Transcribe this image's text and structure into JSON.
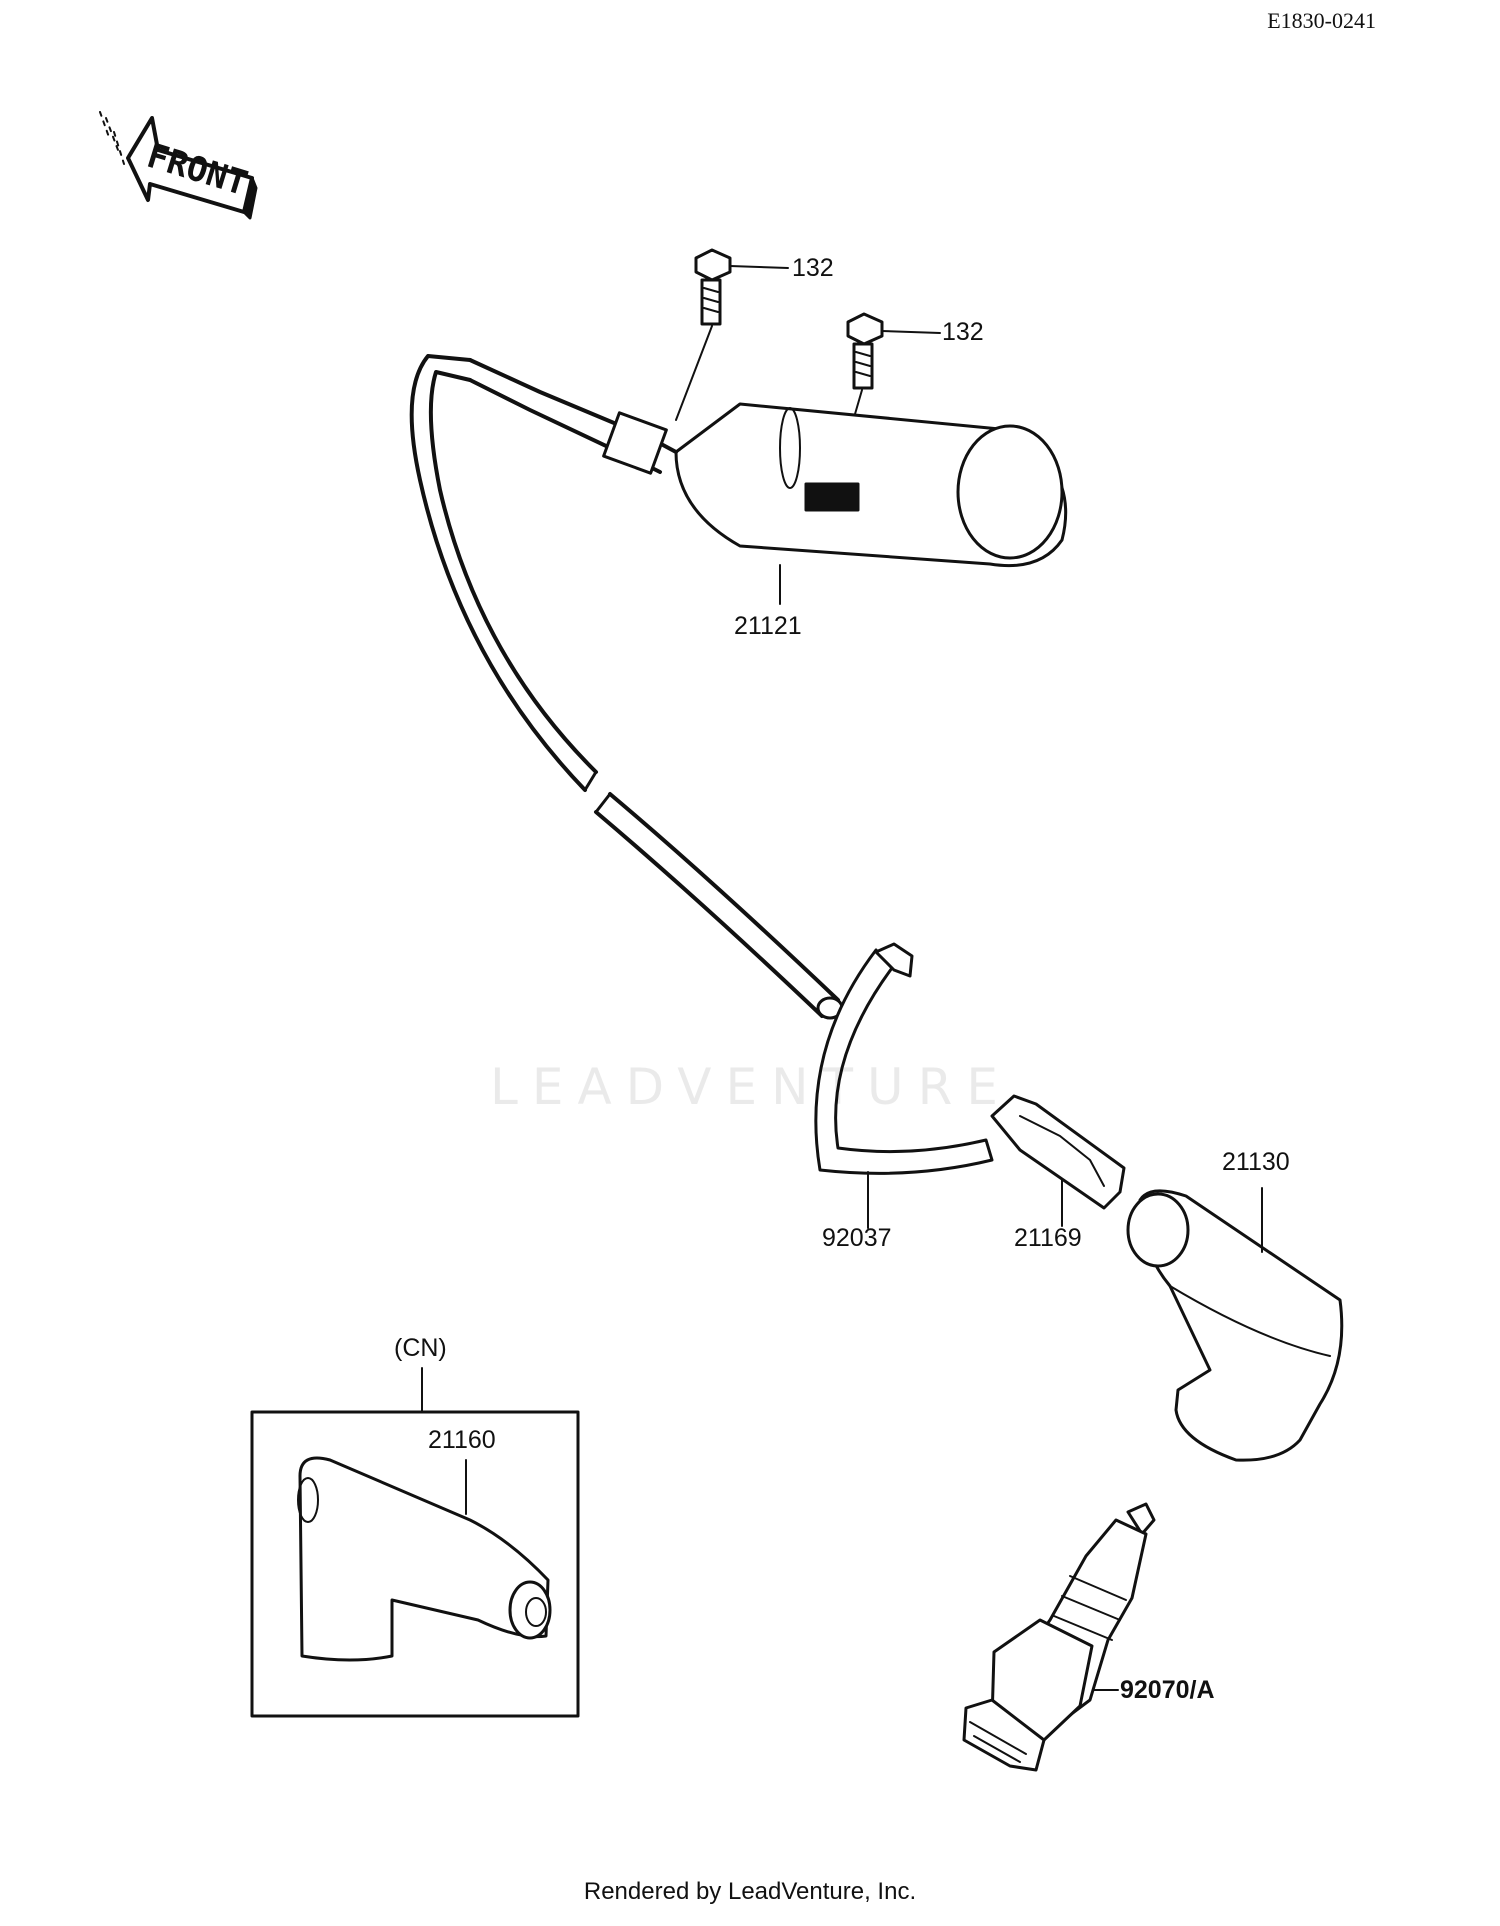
{
  "diagram": {
    "code": "E1830-0241",
    "front_label": "FRONT",
    "inset_label": "(CN)",
    "watermark": "LEADVENTURE",
    "footer": "Rendered by LeadVenture, Inc."
  },
  "parts": [
    {
      "id": "bolt-1",
      "label": "132"
    },
    {
      "id": "bolt-2",
      "label": "132"
    },
    {
      "id": "ignition-coil",
      "label": "21121"
    },
    {
      "id": "band",
      "label": "92037"
    },
    {
      "id": "clamp",
      "label": "21169"
    },
    {
      "id": "plug-cap",
      "label": "21130"
    },
    {
      "id": "plug-cap-cn",
      "label": "21160"
    },
    {
      "id": "spark-plug",
      "label": "92070/A"
    }
  ]
}
